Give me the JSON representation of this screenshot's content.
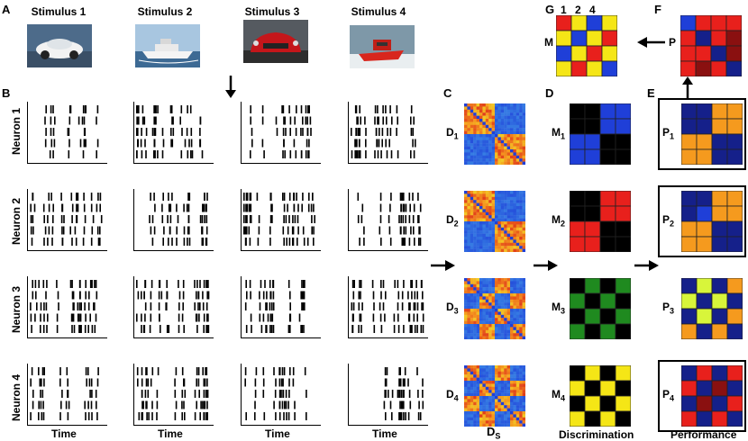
{
  "panels": {
    "A": "A",
    "B": "B",
    "C": "C",
    "D": "D",
    "E": "E",
    "F": "F",
    "G": "G"
  },
  "stimuli": [
    "Stimulus 1",
    "Stimulus 2",
    "Stimulus 3",
    "Stimulus 4"
  ],
  "neurons": [
    "Neuron 1",
    "Neuron 2",
    "Neuron 3",
    "Neuron 4"
  ],
  "time_label": "Time",
  "col_titles": {
    "C": "D",
    "C_sub": "S",
    "D": "Discrimination",
    "E": "Performance"
  },
  "D_labels": [
    {
      "main": "D",
      "sub": "1"
    },
    {
      "main": "D",
      "sub": "2"
    },
    {
      "main": "D",
      "sub": "3"
    },
    {
      "main": "D",
      "sub": "4"
    }
  ],
  "M_labels": [
    {
      "main": "M",
      "sub": "1"
    },
    {
      "main": "M",
      "sub": "2"
    },
    {
      "main": "M",
      "sub": "3"
    },
    {
      "main": "M",
      "sub": "4"
    }
  ],
  "P_labels": [
    {
      "main": "P",
      "sub": "1"
    },
    {
      "main": "P",
      "sub": "2"
    },
    {
      "main": "P",
      "sub": "3"
    },
    {
      "main": "P",
      "sub": "4"
    }
  ],
  "G_label": "M",
  "F_label": "P",
  "G_header": [
    "1",
    "2",
    "4"
  ],
  "colors": {
    "blue": "#1f3fd8",
    "black": "#000000",
    "red": "#e8201c",
    "green": "#1f8a1f",
    "yellow": "#f5e616",
    "orange": "#f59a1e",
    "darkred": "#8a1010",
    "navy": "#15208a",
    "lime": "#d8f53a"
  },
  "M_patterns": [
    [
      [
        "black",
        "black",
        "blue",
        "blue"
      ],
      [
        "black",
        "black",
        "blue",
        "blue"
      ],
      [
        "blue",
        "blue",
        "black",
        "black"
      ],
      [
        "blue",
        "blue",
        "black",
        "black"
      ]
    ],
    [
      [
        "black",
        "black",
        "red",
        "red"
      ],
      [
        "black",
        "black",
        "red",
        "red"
      ],
      [
        "red",
        "red",
        "black",
        "black"
      ],
      [
        "red",
        "red",
        "black",
        "black"
      ]
    ],
    [
      [
        "black",
        "green",
        "black",
        "green"
      ],
      [
        "green",
        "black",
        "green",
        "black"
      ],
      [
        "black",
        "green",
        "black",
        "green"
      ],
      [
        "green",
        "black",
        "green",
        "black"
      ]
    ],
    [
      [
        "black",
        "yellow",
        "black",
        "yellow"
      ],
      [
        "yellow",
        "black",
        "yellow",
        "black"
      ],
      [
        "black",
        "yellow",
        "black",
        "yellow"
      ],
      [
        "yellow",
        "black",
        "yellow",
        "black"
      ]
    ]
  ],
  "P_patterns": [
    [
      [
        "navy",
        "navy",
        "orange",
        "orange"
      ],
      [
        "navy",
        "navy",
        "orange",
        "orange"
      ],
      [
        "orange",
        "orange",
        "navy",
        "navy"
      ],
      [
        "orange",
        "orange",
        "navy",
        "navy"
      ]
    ],
    [
      [
        "navy",
        "navy",
        "orange",
        "orange"
      ],
      [
        "navy",
        "blue",
        "orange",
        "orange"
      ],
      [
        "orange",
        "orange",
        "navy",
        "navy"
      ],
      [
        "orange",
        "orange",
        "navy",
        "navy"
      ]
    ],
    [
      [
        "navy",
        "lime",
        "navy",
        "orange"
      ],
      [
        "lime",
        "navy",
        "lime",
        "navy"
      ],
      [
        "navy",
        "lime",
        "navy",
        "orange"
      ],
      [
        "orange",
        "navy",
        "orange",
        "navy"
      ]
    ],
    [
      [
        "navy",
        "red",
        "navy",
        "red"
      ],
      [
        "red",
        "navy",
        "darkred",
        "navy"
      ],
      [
        "navy",
        "darkred",
        "navy",
        "red"
      ],
      [
        "red",
        "navy",
        "red",
        "navy"
      ]
    ]
  ],
  "G_pattern": [
    [
      "red",
      "yellow",
      "blue",
      "yellow"
    ],
    [
      "yellow",
      "blue",
      "yellow",
      "red"
    ],
    [
      "blue",
      "yellow",
      "red",
      "yellow"
    ],
    [
      "yellow",
      "red",
      "yellow",
      "blue"
    ]
  ],
  "F_pattern": [
    [
      "blue",
      "red",
      "red",
      "red"
    ],
    [
      "red",
      "navy",
      "red",
      "darkred"
    ],
    [
      "red",
      "red",
      "navy",
      "darkred"
    ],
    [
      "red",
      "darkred",
      "red",
      "navy"
    ]
  ],
  "framed_P": [
    0,
    1,
    3
  ]
}
